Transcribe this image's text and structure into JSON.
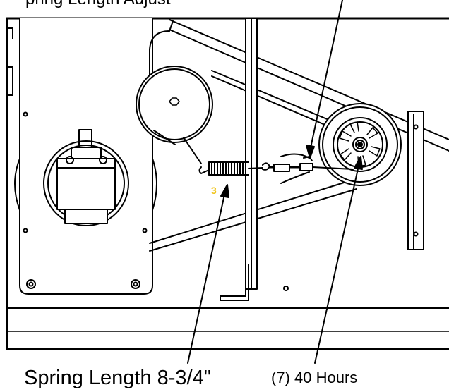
{
  "captions": {
    "top_partial": "pring Length Adjust",
    "spring_length": "Spring Length 8-3/4\"",
    "service_interval": "(7) 40 Hours"
  },
  "annotation_mark": "3",
  "colors": {
    "line": "#000000",
    "background": "#ffffff",
    "highlight": "#f0c419"
  }
}
